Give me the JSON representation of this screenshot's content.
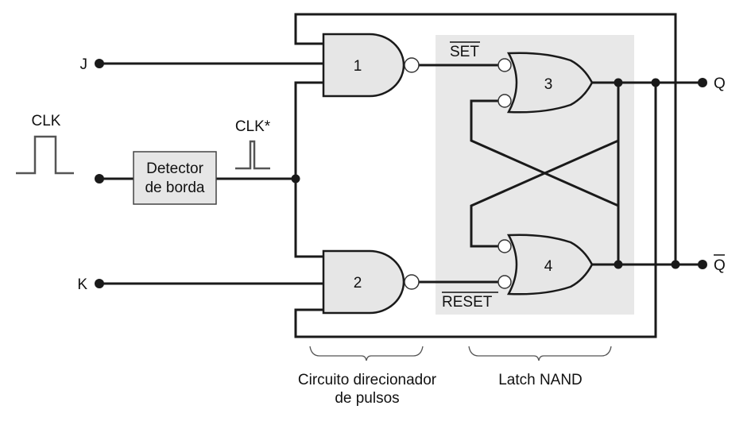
{
  "inputs": {
    "j": "J",
    "k": "K",
    "clk": "CLK",
    "clk_star": "CLK*"
  },
  "outputs": {
    "q": "Q",
    "q_bar": "Q"
  },
  "signals": {
    "set": "SET",
    "reset": "RESET"
  },
  "blocks": {
    "edge_detector_line1": "Detector",
    "edge_detector_line2": "de borda"
  },
  "gates": {
    "g1": "1",
    "g2": "2",
    "g3": "3",
    "g4": "4"
  },
  "captions": {
    "steering_line1": "Circuito direcionador",
    "steering_line2": "de pulsos",
    "latch": "Latch NAND"
  },
  "colors": {
    "latch_bg": "#e8e8e8",
    "gate_fill": "#e6e6e6"
  }
}
